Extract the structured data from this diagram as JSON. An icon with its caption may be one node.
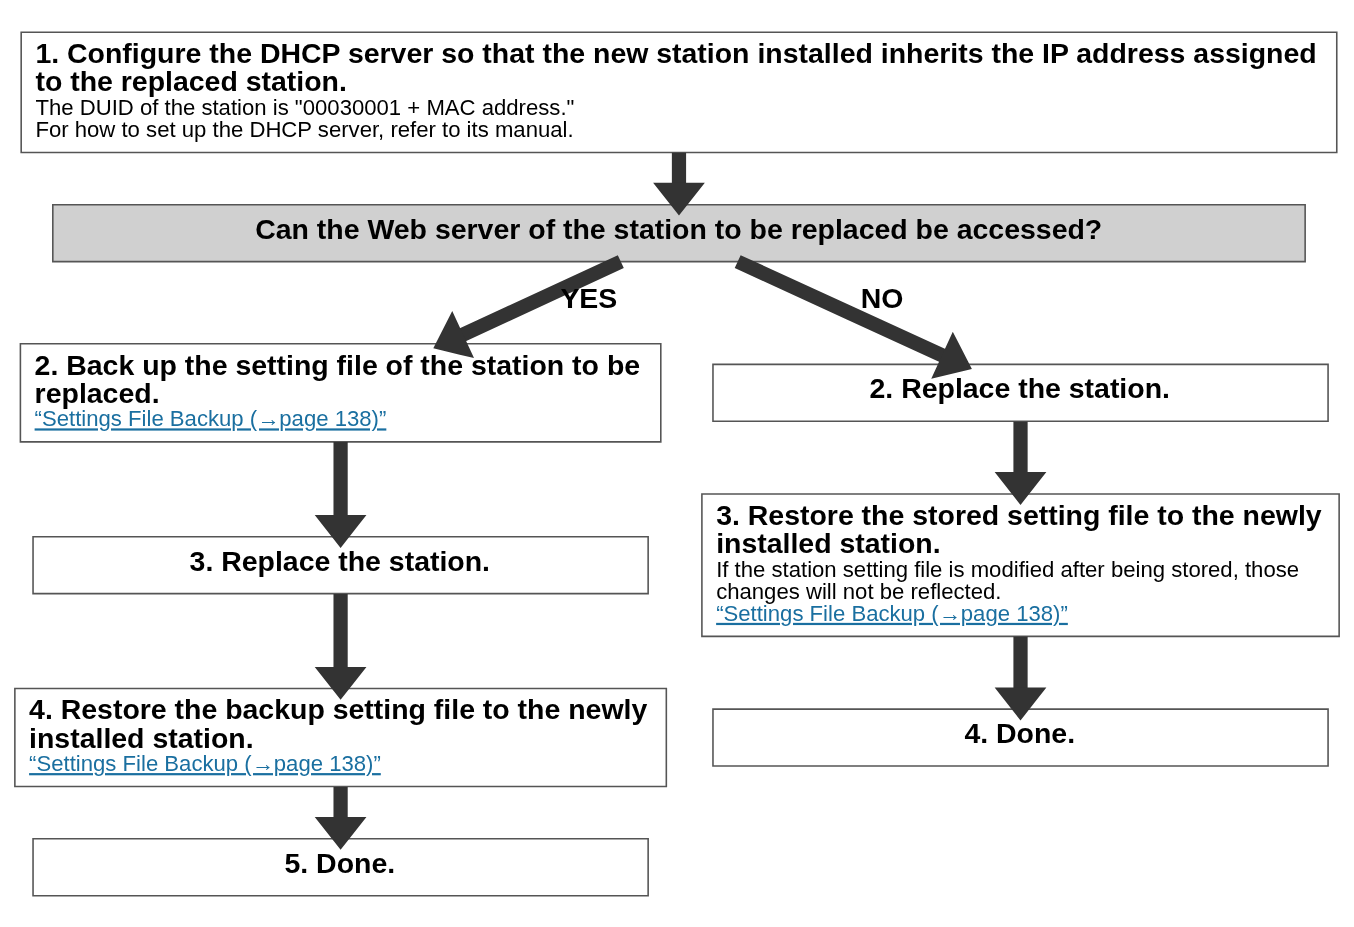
{
  "diagram": {
    "nodes": [
      {
        "text": [
          "1. Configure the DHCP server so that the new station installed inherits the IP address assigned to the replaced station.",
          "The DUID of the station is \"00030001 + MAC address.\"",
          "For how to set up the DHCP server, refer to its manual."
        ]
      },
      {
        "text": [
          "Can the Web server of the station to be replaced be accessed?"
        ]
      },
      {
        "text": [
          "2. Back up the setting file of the station to be replaced.",
          "“Settings File Backup (→page 138)”"
        ]
      },
      {
        "text": [
          "2. Replace the station."
        ]
      },
      {
        "text": [
          "3. Replace the station."
        ]
      },
      {
        "text": [
          "3. Restore the stored setting file to the newly installed station.",
          "If the station setting file is modified after being stored, those changes will not be reflected.",
          "“Settings File Backup (→page 138)”"
        ]
      },
      {
        "text": [
          "4. Restore the backup setting file to the newly installed station.",
          "“Settings File Backup (→page 138)”"
        ]
      },
      {
        "text": [
          "5. Done."
        ]
      },
      {
        "text": [
          "4. Done."
        ]
      }
    ],
    "edges": [
      {
        "from": 0,
        "to": 1,
        "arrow": "to"
      },
      {
        "from": 1,
        "to": 2,
        "arrow": "to",
        "label": "YES"
      },
      {
        "from": 1,
        "to": 3,
        "arrow": "to",
        "label": "NO"
      },
      {
        "from": 2,
        "to": 4,
        "arrow": "to"
      },
      {
        "from": 4,
        "to": 6,
        "arrow": "to"
      },
      {
        "from": 6,
        "to": 7,
        "arrow": "to"
      },
      {
        "from": 3,
        "to": 5,
        "arrow": "to"
      },
      {
        "from": 5,
        "to": 8,
        "arrow": "to"
      }
    ]
  }
}
